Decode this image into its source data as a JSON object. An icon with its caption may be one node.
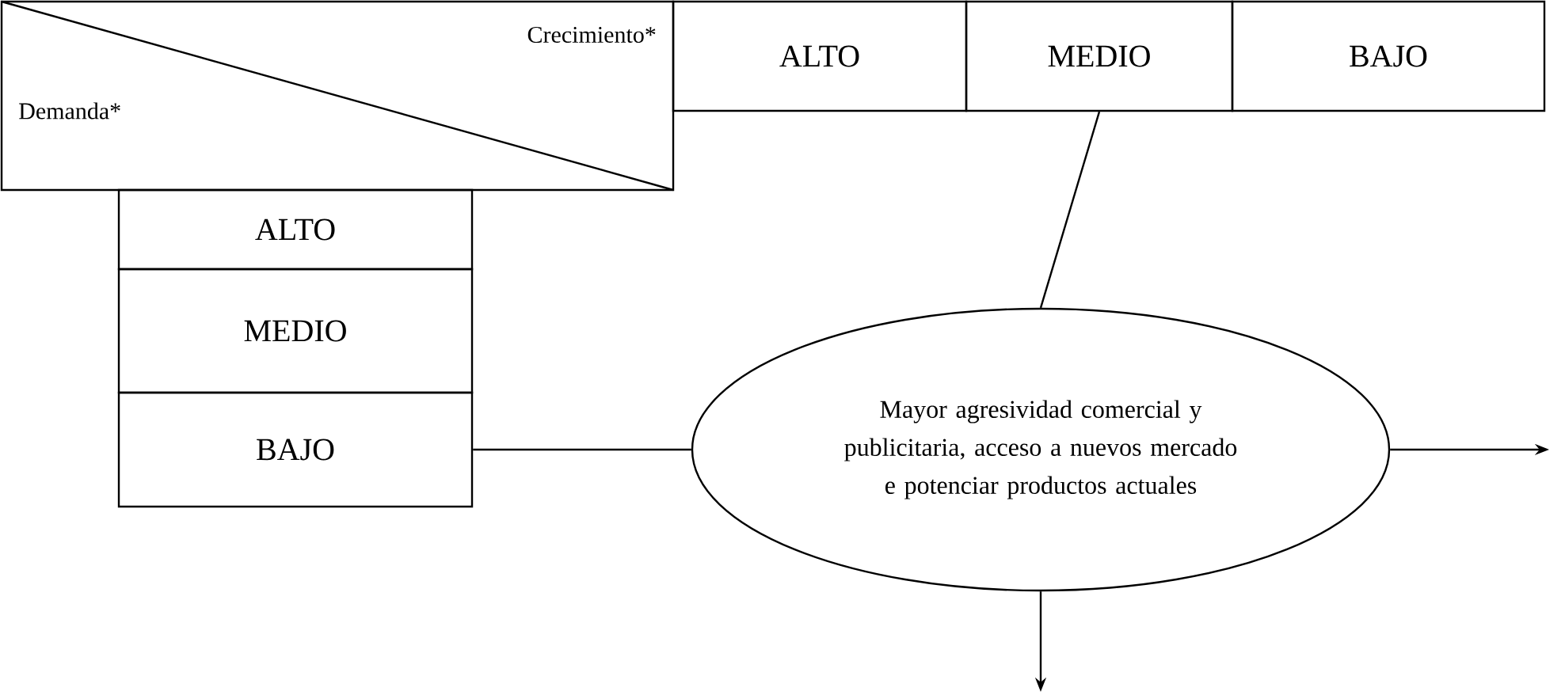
{
  "diagram": {
    "nodes": [
      {
        "text": [
          "Crecimiento*",
          "Demanda*"
        ]
      },
      {
        "text": [
          "ALTO"
        ]
      },
      {
        "text": [
          "MEDIO"
        ]
      },
      {
        "text": [
          "BAJO"
        ]
      },
      {
        "text": [
          "ALTO"
        ]
      },
      {
        "text": [
          "MEDIO"
        ]
      },
      {
        "text": [
          "BAJO"
        ]
      },
      {
        "text": [
          "Mayor agresividad comercial y publicitaria, acceso a nuevos mercado e potenciar productos actuales"
        ]
      }
    ],
    "edges": [
      {
        "from": 2,
        "to": 7,
        "arrow": "none"
      },
      {
        "from": 6,
        "to": 7,
        "arrow": "none"
      },
      {
        "from": 7,
        "to": null,
        "arrow": "to"
      },
      {
        "from": 7,
        "to": null,
        "arrow": "to"
      }
    ]
  }
}
